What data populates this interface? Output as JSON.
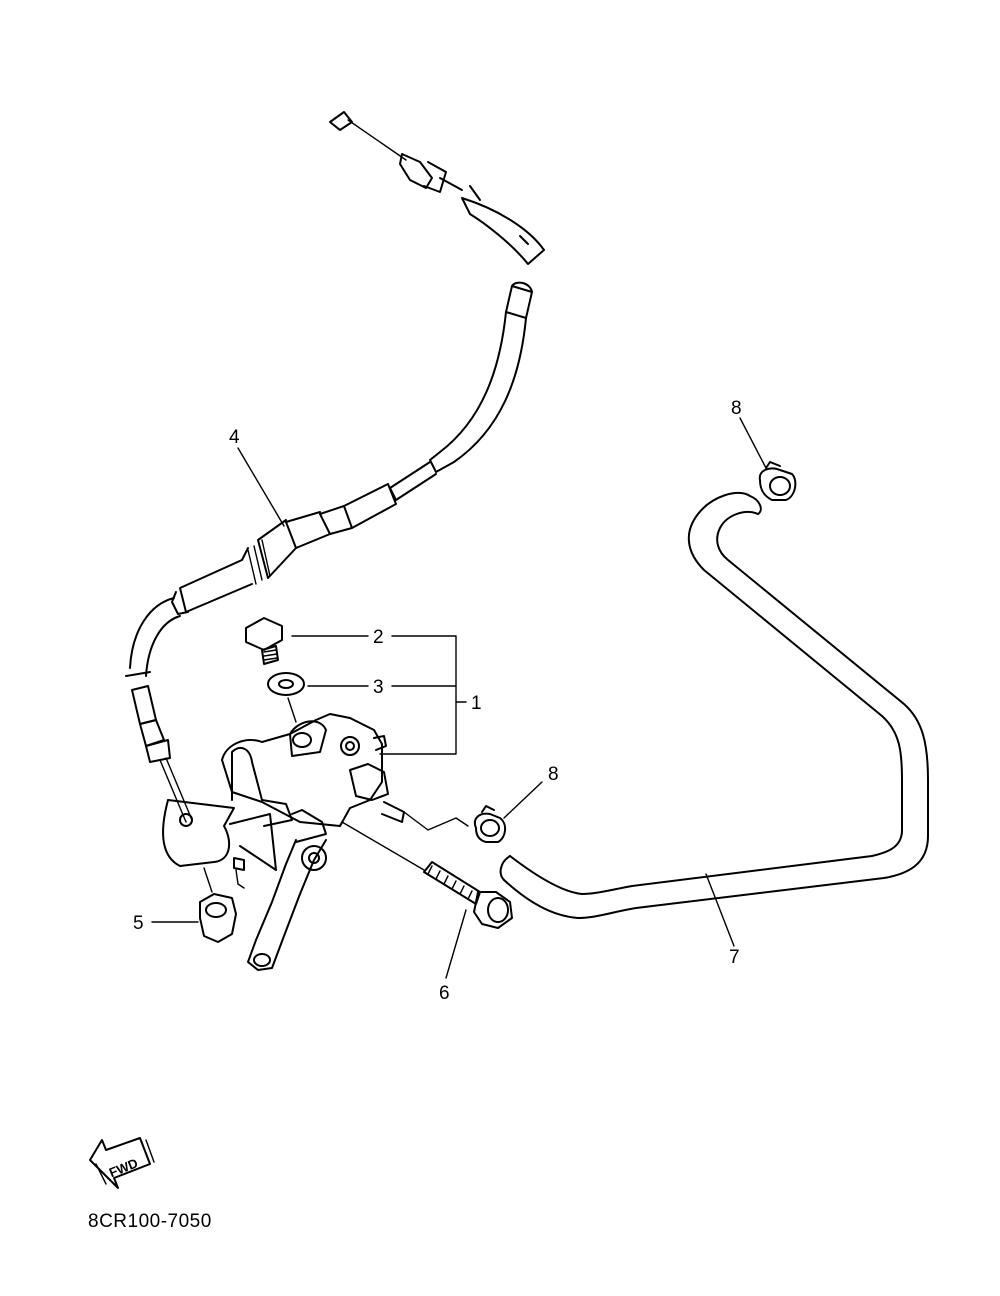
{
  "callouts": {
    "c1": "1",
    "c2": "2",
    "c3": "3",
    "c4": "4",
    "c5": "5",
    "c6": "6",
    "c7": "7",
    "c8_top": "8",
    "c8_mid": "8"
  },
  "fwd_label": "FWD",
  "diagram_code": "8CR100-7050"
}
